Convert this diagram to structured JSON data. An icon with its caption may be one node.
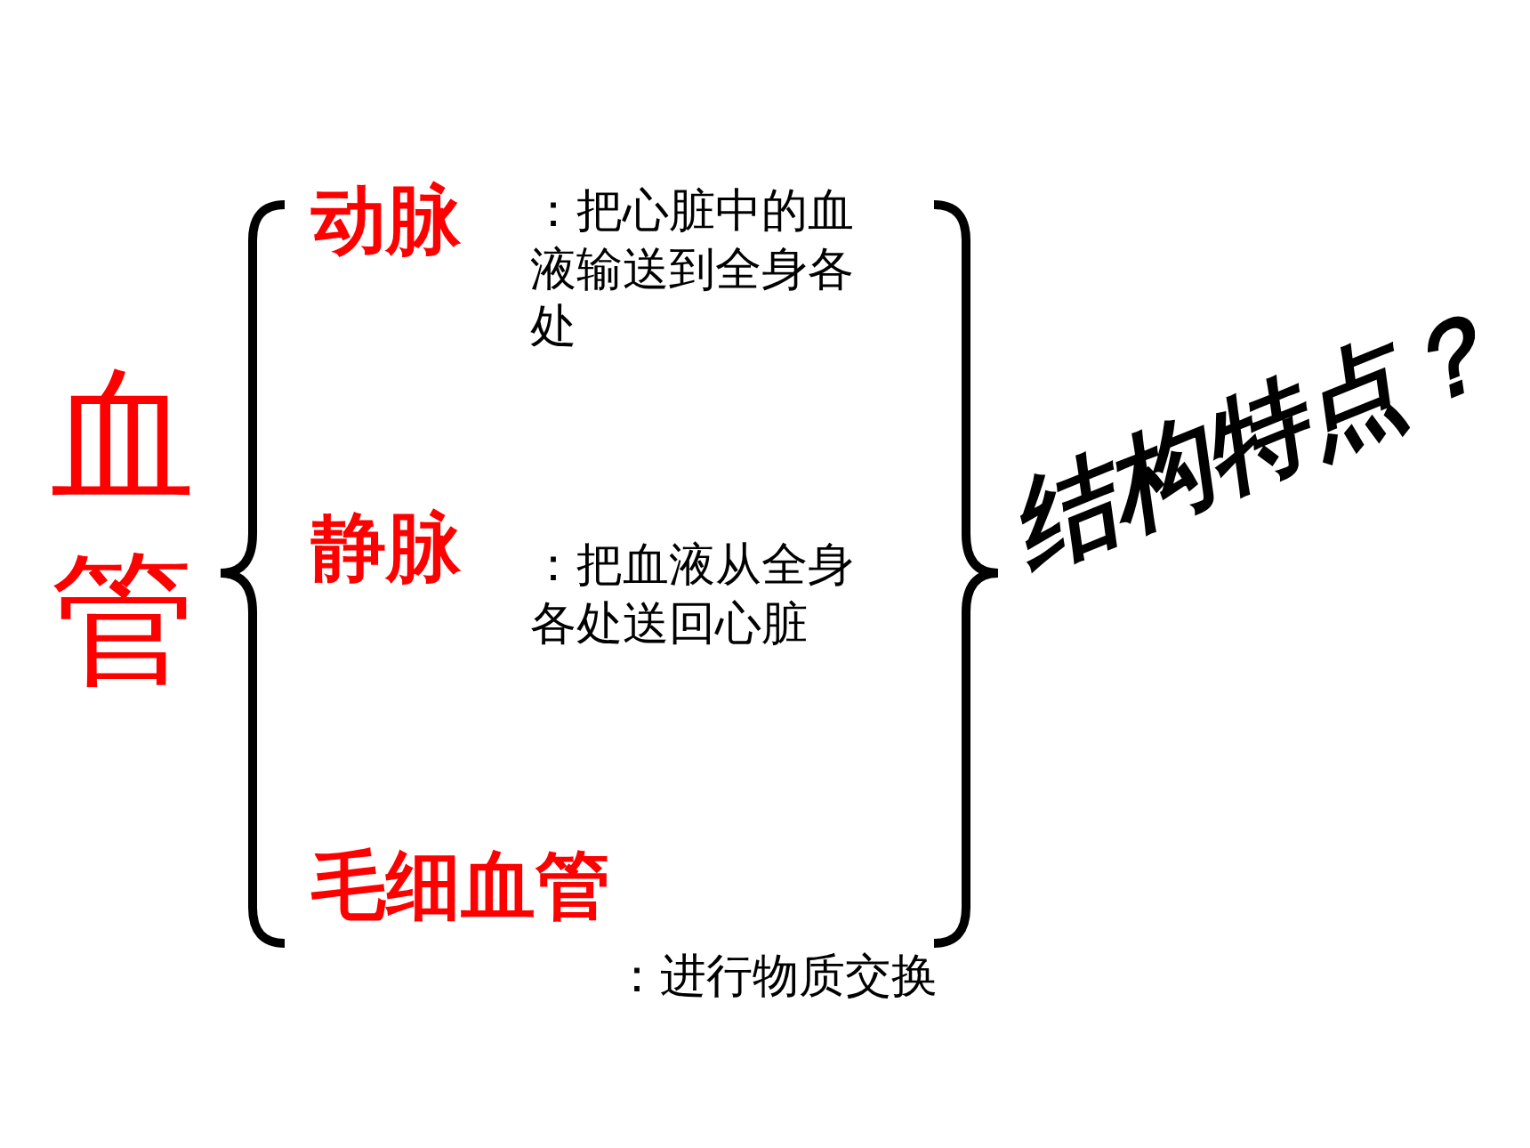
{
  "diagram": {
    "labels": [
      "血管",
      "动脉",
      "：把心脏中的血液输送到全身各处",
      "静脉",
      "：把血液从全身各处送回心脏",
      "毛细血管",
      "：进行物质交换",
      "结构特点？"
    ]
  }
}
